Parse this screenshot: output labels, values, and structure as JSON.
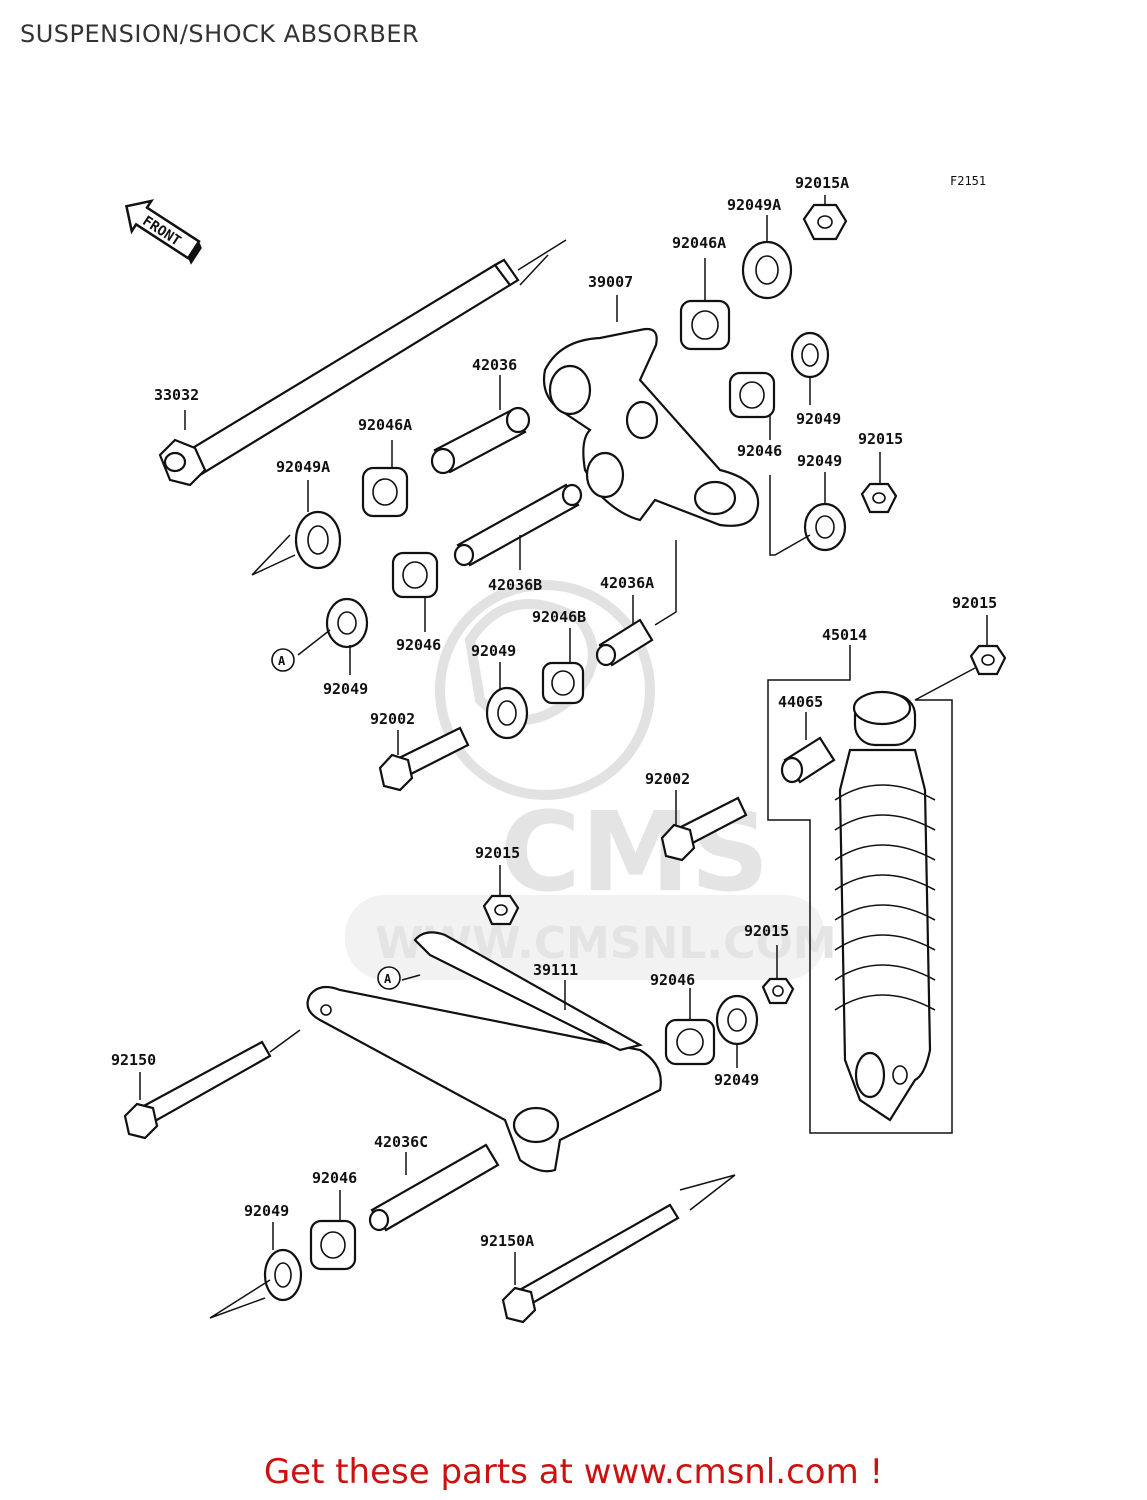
{
  "header": {
    "title": "SUSPENSION/SHOCK ABSORBER"
  },
  "figure_code": "F2151",
  "front_label": "FRONT",
  "ref_marker": "A",
  "watermark": {
    "brand": "CMS",
    "url": "WWW.CMSNL.COM"
  },
  "promo": {
    "text": "Get these parts at www.cmsnl.com !"
  },
  "parts": {
    "p33032": "33032",
    "p39007": "39007",
    "p42036": "42036",
    "p42036a": "42036A",
    "p42036b": "42036B",
    "p42036c": "42036C",
    "p92046a_top": "92046A",
    "p92046a_left": "92046A",
    "p92049a_top": "92049A",
    "p92049a_left": "92049A",
    "p92015a": "92015A",
    "p92049_r1": "92049",
    "p92046_r1": "92046",
    "p92015_r1": "92015",
    "p92049_r2": "92049",
    "p92046_mid": "92046",
    "p92049_mid": "92049",
    "p92046b": "92046B",
    "p92049_a": "92049",
    "p92002_a": "92002",
    "p92002_b": "92002",
    "p45014": "45014",
    "p44065": "44065",
    "p92015_shock": "92015",
    "p92015_mid": "92015",
    "p92015_low": "92015",
    "p39111": "39111",
    "p92046_low": "92046",
    "p92049_low": "92049",
    "p92150": "92150",
    "p92150a": "92150A",
    "p92046_bot": "92046",
    "p92049_bot": "92049"
  }
}
